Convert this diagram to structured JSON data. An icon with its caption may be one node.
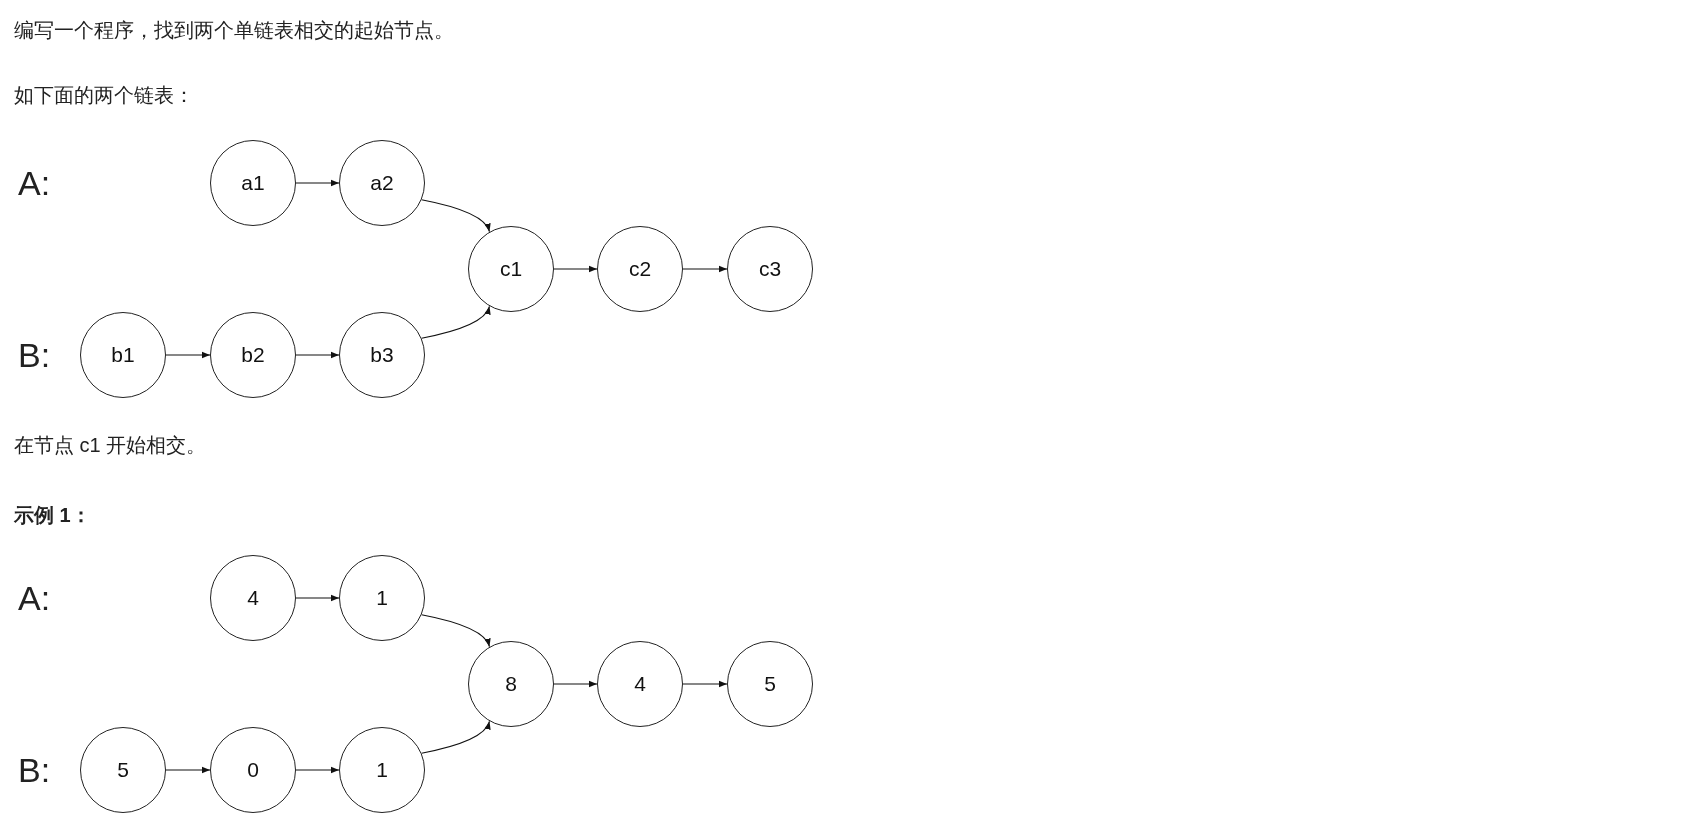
{
  "diagram": {
    "nodes": [
      {
        "text": [
          "a1"
        ]
      },
      {
        "text": [
          "a2"
        ]
      },
      {
        "text": [
          "c1"
        ]
      },
      {
        "text": [
          "c2"
        ]
      },
      {
        "text": [
          "c3"
        ]
      },
      {
        "text": [
          "b1"
        ]
      },
      {
        "text": [
          "b2"
        ]
      },
      {
        "text": [
          "b3"
        ]
      },
      {
        "text": [
          "4"
        ]
      },
      {
        "text": [
          "1"
        ]
      },
      {
        "text": [
          "8"
        ]
      },
      {
        "text": [
          "4"
        ]
      },
      {
        "text": [
          "5"
        ]
      },
      {
        "text": [
          "5"
        ]
      },
      {
        "text": [
          "0"
        ]
      },
      {
        "text": [
          "1"
        ]
      }
    ],
    "edges": [
      {
        "from": 0,
        "to": 1,
        "arrow": "to"
      },
      {
        "from": 1,
        "to": 2,
        "arrow": "to"
      },
      {
        "from": 2,
        "to": 3,
        "arrow": "to"
      },
      {
        "from": 3,
        "to": 4,
        "arrow": "to"
      },
      {
        "from": 5,
        "to": 6,
        "arrow": "to"
      },
      {
        "from": 6,
        "to": 7,
        "arrow": "to"
      },
      {
        "from": 7,
        "to": 2,
        "arrow": "to"
      },
      {
        "from": 8,
        "to": 9,
        "arrow": "to"
      },
      {
        "from": 9,
        "to": 10,
        "arrow": "to"
      },
      {
        "from": 10,
        "to": 11,
        "arrow": "to"
      },
      {
        "from": 11,
        "to": 12,
        "arrow": "to"
      },
      {
        "from": 13,
        "to": 14,
        "arrow": "to"
      },
      {
        "from": 14,
        "to": 15,
        "arrow": "to"
      },
      {
        "from": 15,
        "to": 10,
        "arrow": "to"
      }
    ],
    "labels": [
      "编写一个程序，找到两个单链表相交的起始节点。",
      "如下面的两个链表：",
      "A:",
      "B:",
      "在节点 c1 开始相交。",
      "示例 1：",
      "A:",
      "B:"
    ]
  }
}
